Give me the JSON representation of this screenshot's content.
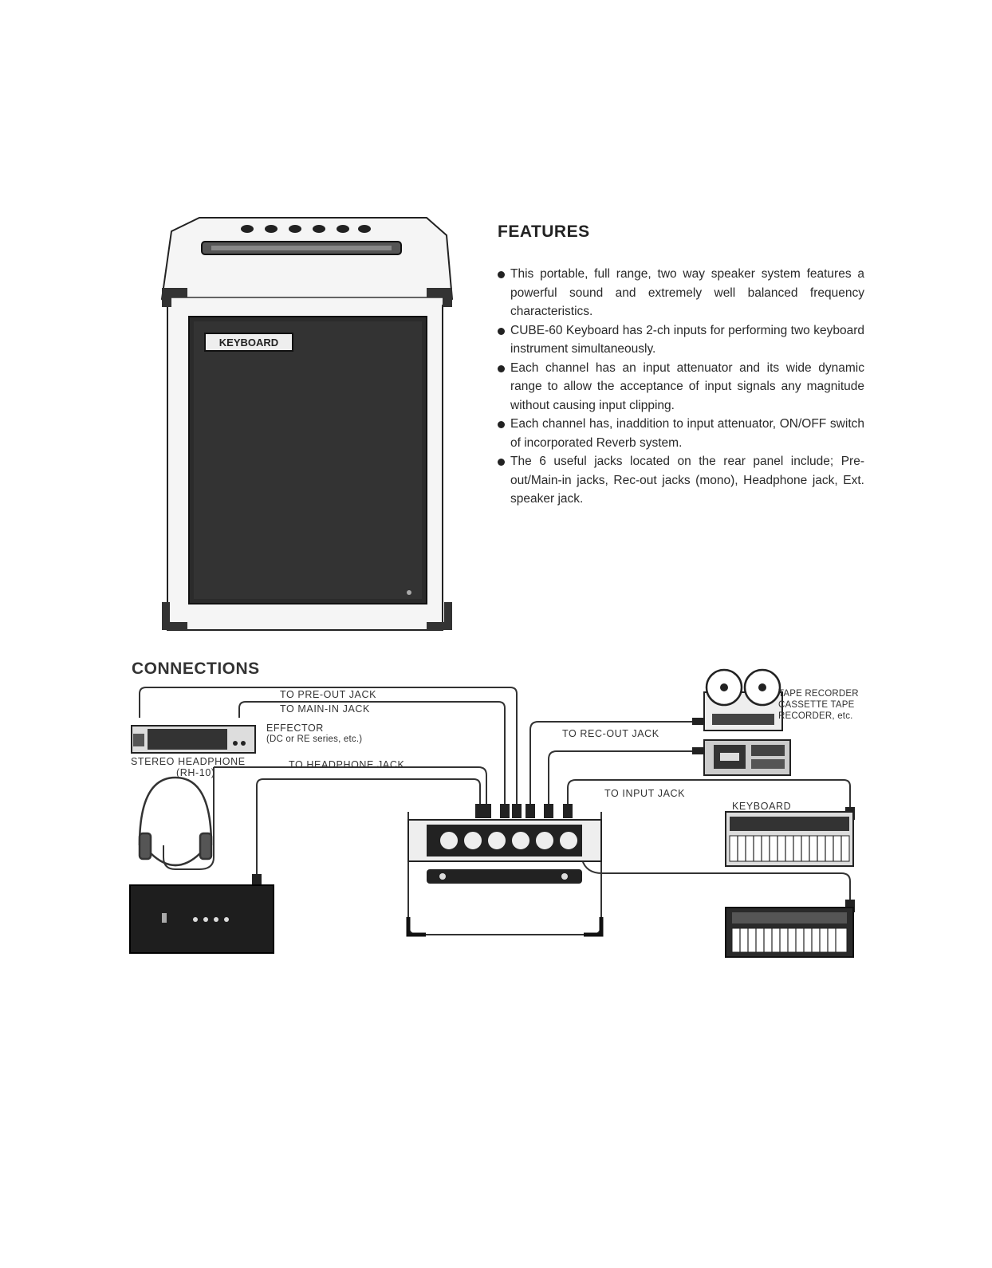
{
  "features": {
    "title": "FEATURES",
    "items": [
      "This portable, full range, two way speaker system features a powerful sound and extremely well balanced frequency characteristics.",
      "CUBE-60 Keyboard has 2-ch inputs for performing two keyboard instrument simultaneously.",
      "Each channel has an input attenuator and its wide dynamic range to allow the acceptance of input signals any magnitude without causing input clipping.",
      "Each channel has, inaddition to input attenuator, ON/OFF switch of incorporated Reverb system.",
      "The 6 useful jacks located on the rear panel include; Pre-out/Main-in jacks, Rec-out jacks (mono), Headphone jack, Ext. speaker jack."
    ]
  },
  "amp_photo": {
    "badge_text": "KEYBOARD"
  },
  "connections": {
    "title": "CONNECTIONS",
    "labels": {
      "pre_out": "TO PRE-OUT JACK",
      "main_in": "TO MAIN-IN JACK",
      "effector": "EFFECTOR",
      "effector_sub": "(DC or RE series, etc.)",
      "stereo_headphone": "STEREO HEADPHONE",
      "rh10": "(RH-10)",
      "headphone_jack": "TO HEADPHONE JACK",
      "rec_out": "TO REC-OUT JACK",
      "input_jack": "TO INPUT JACK",
      "tape_recorder": "TAPE RECORDER",
      "cassette_tape": "CASSETTE TAPE",
      "recorder_etc": "RECORDER, etc.",
      "keyboard": "KEYBOARD"
    }
  },
  "icons": [
    "amplifier-photo",
    "effector-icon",
    "headphone-icon",
    "speaker-cabinet-icon",
    "amp-panel-icon",
    "reel-tape-recorder-icon",
    "cassette-deck-icon",
    "keyboard-icon",
    "synthesizer-icon"
  ]
}
